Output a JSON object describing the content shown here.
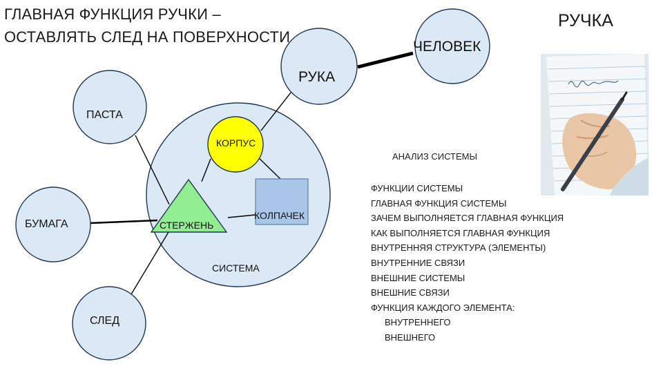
{
  "title": {
    "line1": "ГЛАВНАЯ ФУНКЦИЯ РУЧКИ –",
    "line2": "ОСТАВЛЯТЬ СЛЕД НА ПОВЕРХНОСТИ"
  },
  "heading": "РУЧКА",
  "nodes": {
    "chelovek": "ЧЕЛОВЕК",
    "ruka": "РУКА",
    "pasta": "ПАСТА",
    "korpus": "КОРПУС",
    "kolpachek": "КОЛПАЧЕК",
    "sterzhen": "СТЕРЖЕНЬ",
    "bumaga": "БУМАГА",
    "sistema": "СИСТЕМА",
    "sled": "СЛЕД"
  },
  "analysis": {
    "title": "АНАЛИЗ СИСТЕМЫ",
    "items": [
      "ФУНКЦИИ СИСТЕМЫ",
      "ГЛАВНАЯ ФУНКЦИЯ СИСТЕМЫ",
      "ЗАЧЕМ ВЫПОЛНЯЕТСЯ ГЛАВНАЯ ФУНКЦИЯ",
      "КАК ВЫПОЛНЯЕТСЯ ГЛАВНАЯ ФУНКЦИЯ",
      "ВНУТРЕННЯЯ СТРУКТУРА (ЭЛЕМЕНТЫ)",
      "ВНУТРЕННИЕ СВЯЗИ",
      "ВНЕШНИЕ СИСТЕМЫ",
      "ВНЕШНИЕ СВЯЗИ",
      "ФУНКЦИЯ КАЖДОГО ЭЛЕМЕНТА:"
    ],
    "subitems": [
      "ВНУТРЕННЕГО",
      "ВНЕШНЕГО"
    ]
  },
  "colors": {
    "circle_fill": "#dbe9f7",
    "circle_stroke": "#1f3552",
    "korpus_fill": "#ffff00",
    "sterzhen_fill": "#90ee90",
    "kolpachek_fill": "#a9c6e8"
  }
}
